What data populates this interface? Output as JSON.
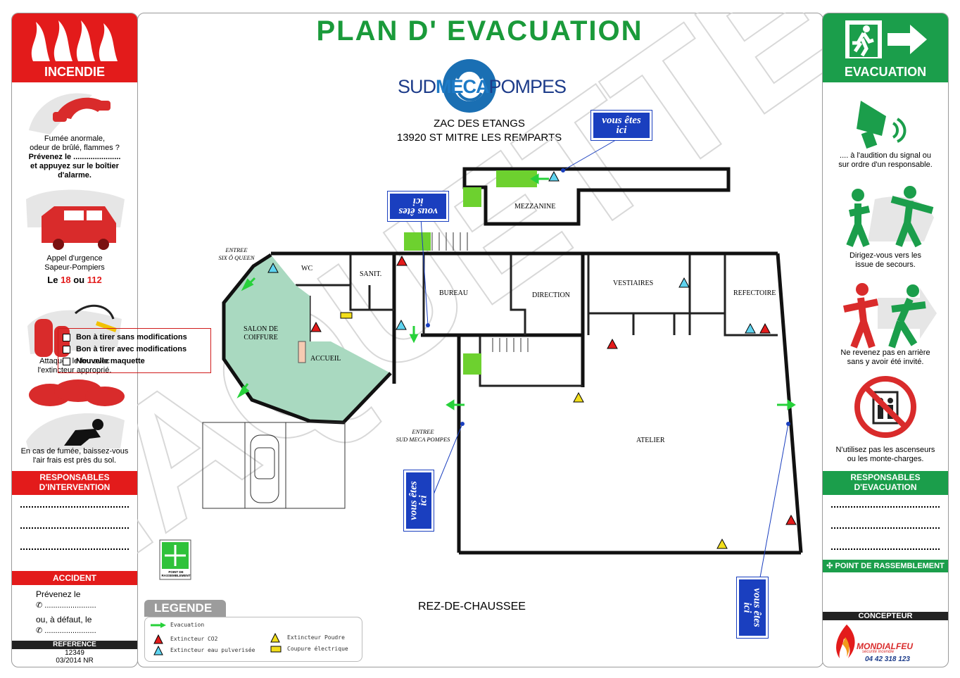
{
  "title": "PLAN  D' EVACUATION",
  "company": {
    "logo_sud": "SUD",
    "logo_meca": "MECA",
    "logo_pompes": "POMPES",
    "address_line1": "ZAC DES ETANGS",
    "address_line2": "13920 ST MITRE LES REMPARTS"
  },
  "colors": {
    "red": "#e31b1b",
    "green": "#1b9e4b",
    "title_green": "#1a9a3a",
    "blue": "#1a3fbf",
    "salon": "#a9d9c0"
  },
  "left_panel": {
    "header": "INCENDIE",
    "step1": [
      "Fumée anormale,",
      "odeur de brûlé, flammes ?",
      "Prévenez le ......................",
      "et appuyez sur le boîtier",
      "d'alarme."
    ],
    "step2": [
      "Appel d'urgence",
      "Sapeur-Pompiers"
    ],
    "step2_numbers": {
      "le": "Le",
      "n18": "18",
      "ou": "ou",
      "n112": "112"
    },
    "step3": [
      "Attaquez le feu avec",
      "l'extincteur approprié."
    ],
    "step4": [
      "En cas de fumée, baissez-vous",
      "l'air frais est près du sol."
    ],
    "responsables": [
      "RESPONSABLES",
      "D'INTERVENTION"
    ],
    "accident": "ACCIDENT",
    "prevenez": "Prévenez le",
    "ou_defaut": "ou, à défaut, le",
    "reference_label": "REFERENCE",
    "reference": "12349",
    "date": "03/2014   NR"
  },
  "status_checks": [
    "Bon à tirer sans modifications",
    "Bon à tirer avec modifications",
    "Nouvelle maquette"
  ],
  "right_panel": {
    "header": "EVACUATION",
    "step1": [
      ".... à l'audition du signal ou",
      "sur ordre d'un responsable."
    ],
    "step2": [
      "Dirigez-vous vers les",
      "issue de secours."
    ],
    "step3": [
      "Ne revenez pas en arrière",
      "sans y avoir été invité."
    ],
    "step4": [
      "N'utilisez pas les ascenseurs",
      "ou les monte-charges."
    ],
    "responsables": [
      "RESPONSABLES",
      "D'EVACUATION"
    ],
    "rassemblement": "POINT DE RASSEMBLEMENT",
    "concepteur": "CONCEPTEUR",
    "brand": "MONDIALFEU",
    "brand_sub": "sécurité incendie",
    "phone": "04 42 318 123"
  },
  "plan": {
    "rooms": {
      "mezzanine": "MEZZANINE",
      "wc": "WC",
      "sanit": "SANIT.",
      "bureau": "BUREAU",
      "direction": "DIRECTION",
      "vestiaires": "VESTIAIRES",
      "refectoire": "REFECTOIRE",
      "salon": [
        "SALON DE",
        "COIFFURE"
      ],
      "accueil": "ACCUEIL",
      "atelier": "ATELIER"
    },
    "entree1": [
      "ENTREE",
      "SIX Ô QUEEN"
    ],
    "entree2": [
      "ENTREE",
      "SUD MECA POMPES"
    ],
    "vous_etes_ici": [
      "vous êtes",
      "ici"
    ],
    "floor": "REZ-DE-CHAUSSEE",
    "point_label": "POINT DE RASSEMBLEMENT",
    "watermark": "MAQUETTE"
  },
  "legend": {
    "title": "LEGENDE",
    "evacuation": "Evacuation",
    "co2": "Extincteur CO2",
    "eau": "Extincteur eau pulverisée",
    "poudre": "Extincteur Poudre",
    "coupure": "Coupure électrique"
  }
}
